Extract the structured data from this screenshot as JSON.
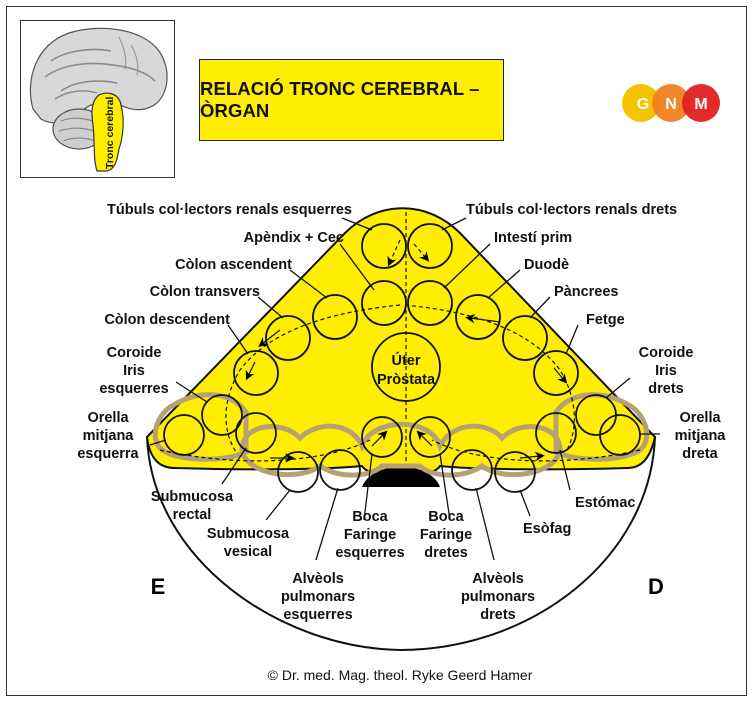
{
  "title": "RELACIÓ TRONC CEREBRAL – ÒRGAN",
  "brain_label": "Tronc cerebral",
  "logo": {
    "letters": [
      "G",
      "N",
      "M"
    ],
    "colors": [
      "#f5c400",
      "#f08020",
      "#e02020"
    ]
  },
  "colors": {
    "yellow": "#ffee00",
    "organ_ring": "#b8a075",
    "outline": "#111111"
  },
  "center": {
    "line1": "Úter",
    "line2": "Pròstata"
  },
  "labels": {
    "tubuls_esq": "Túbuls col·lectors renals esquerres",
    "tubuls_dret": "Túbuls col·lectors renals drets",
    "apendix": "Apèndix + Cec",
    "intesti": "Intestí prim",
    "colon_asc": "Còlon ascendent",
    "duode": "Duodè",
    "colon_trans": "Còlon transvers",
    "pancrees": "Pàncrees",
    "colon_desc": "Còlon descendent",
    "fetge": "Fetge",
    "coroide_esq": [
      "Coroide",
      "Iris",
      "esquerres"
    ],
    "coroide_dret": [
      "Coroide",
      "Iris",
      "drets"
    ],
    "orella_esq": [
      "Orella",
      "mitjana",
      "esquerra"
    ],
    "orella_dret": [
      "Orella",
      "mitjana",
      "dreta"
    ],
    "submucosa_rectal": [
      "Submucosa",
      "rectal"
    ],
    "estomac": "Estómac",
    "submucosa_vesical": [
      "Submucosa",
      "vesical"
    ],
    "esofag": "Esòfag",
    "boca_esq": [
      "Boca",
      "Faringe",
      "esquerres"
    ],
    "boca_dret": [
      "Boca",
      "Faringe",
      "dretes"
    ],
    "alveols_esq": [
      "Alvèols",
      "pulmonars",
      "esquerres"
    ],
    "alveols_dret": [
      "Alvèols",
      "pulmonars",
      "drets"
    ]
  },
  "side_left": "E",
  "side_right": "D",
  "credit": "© Dr. med. Mag. theol. Ryke Geerd Hamer"
}
